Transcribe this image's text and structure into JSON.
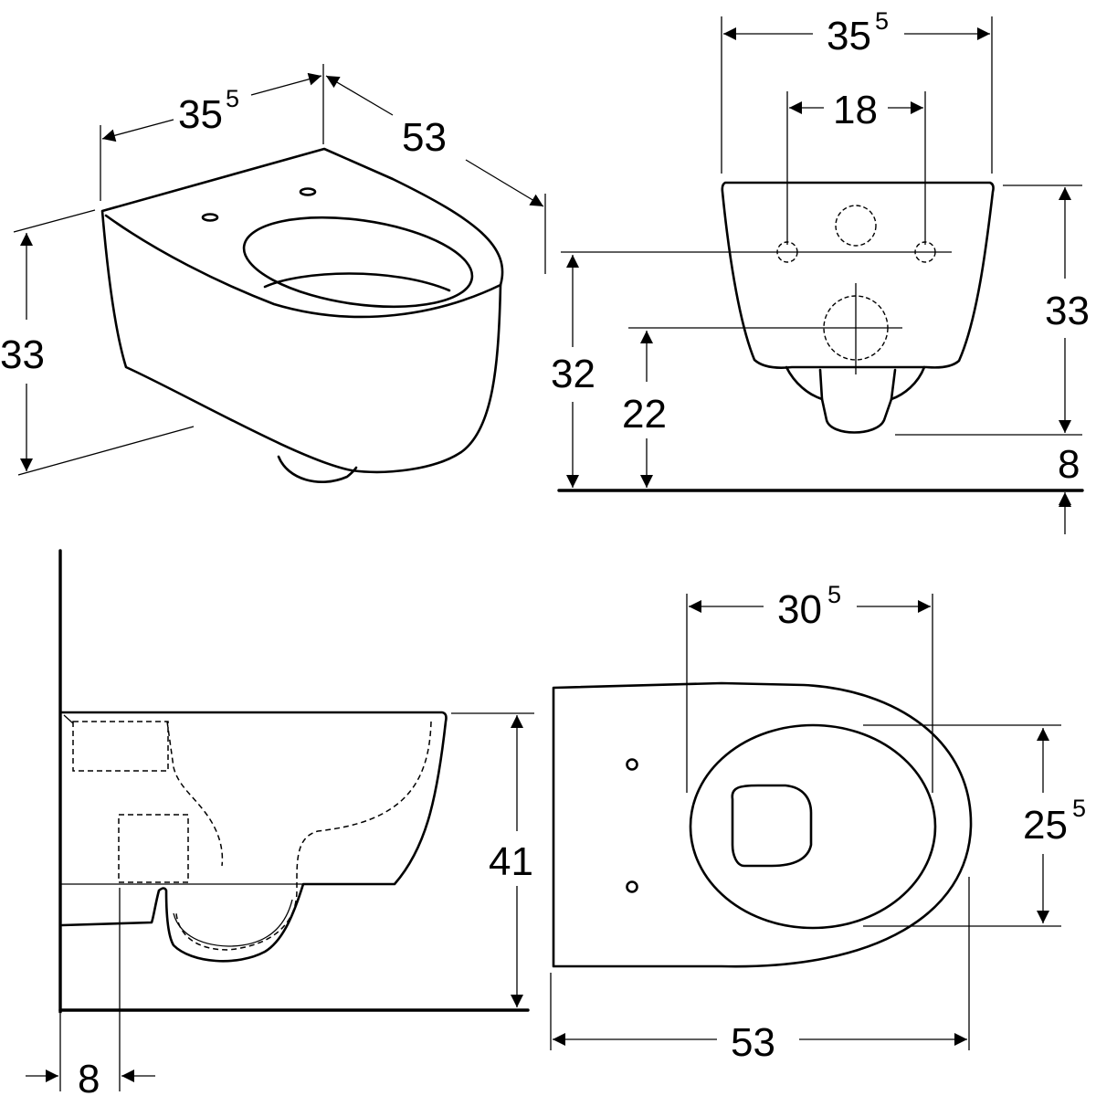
{
  "dimensions": {
    "iso_width": "35",
    "iso_width_sup": "5",
    "iso_depth": "53",
    "iso_height": "33",
    "front_width": "35",
    "front_width_sup": "5",
    "front_fixing_spacing": "18",
    "front_height": "33",
    "front_fixing_height": "32",
    "front_outlet_height": "22",
    "front_bottom_offset": "8",
    "side_height": "41",
    "side_outlet_offset": "8",
    "top_bowl_length": "30",
    "top_bowl_length_sup": "5",
    "top_bowl_width": "25",
    "top_bowl_width_sup": "5",
    "top_depth": "53"
  }
}
